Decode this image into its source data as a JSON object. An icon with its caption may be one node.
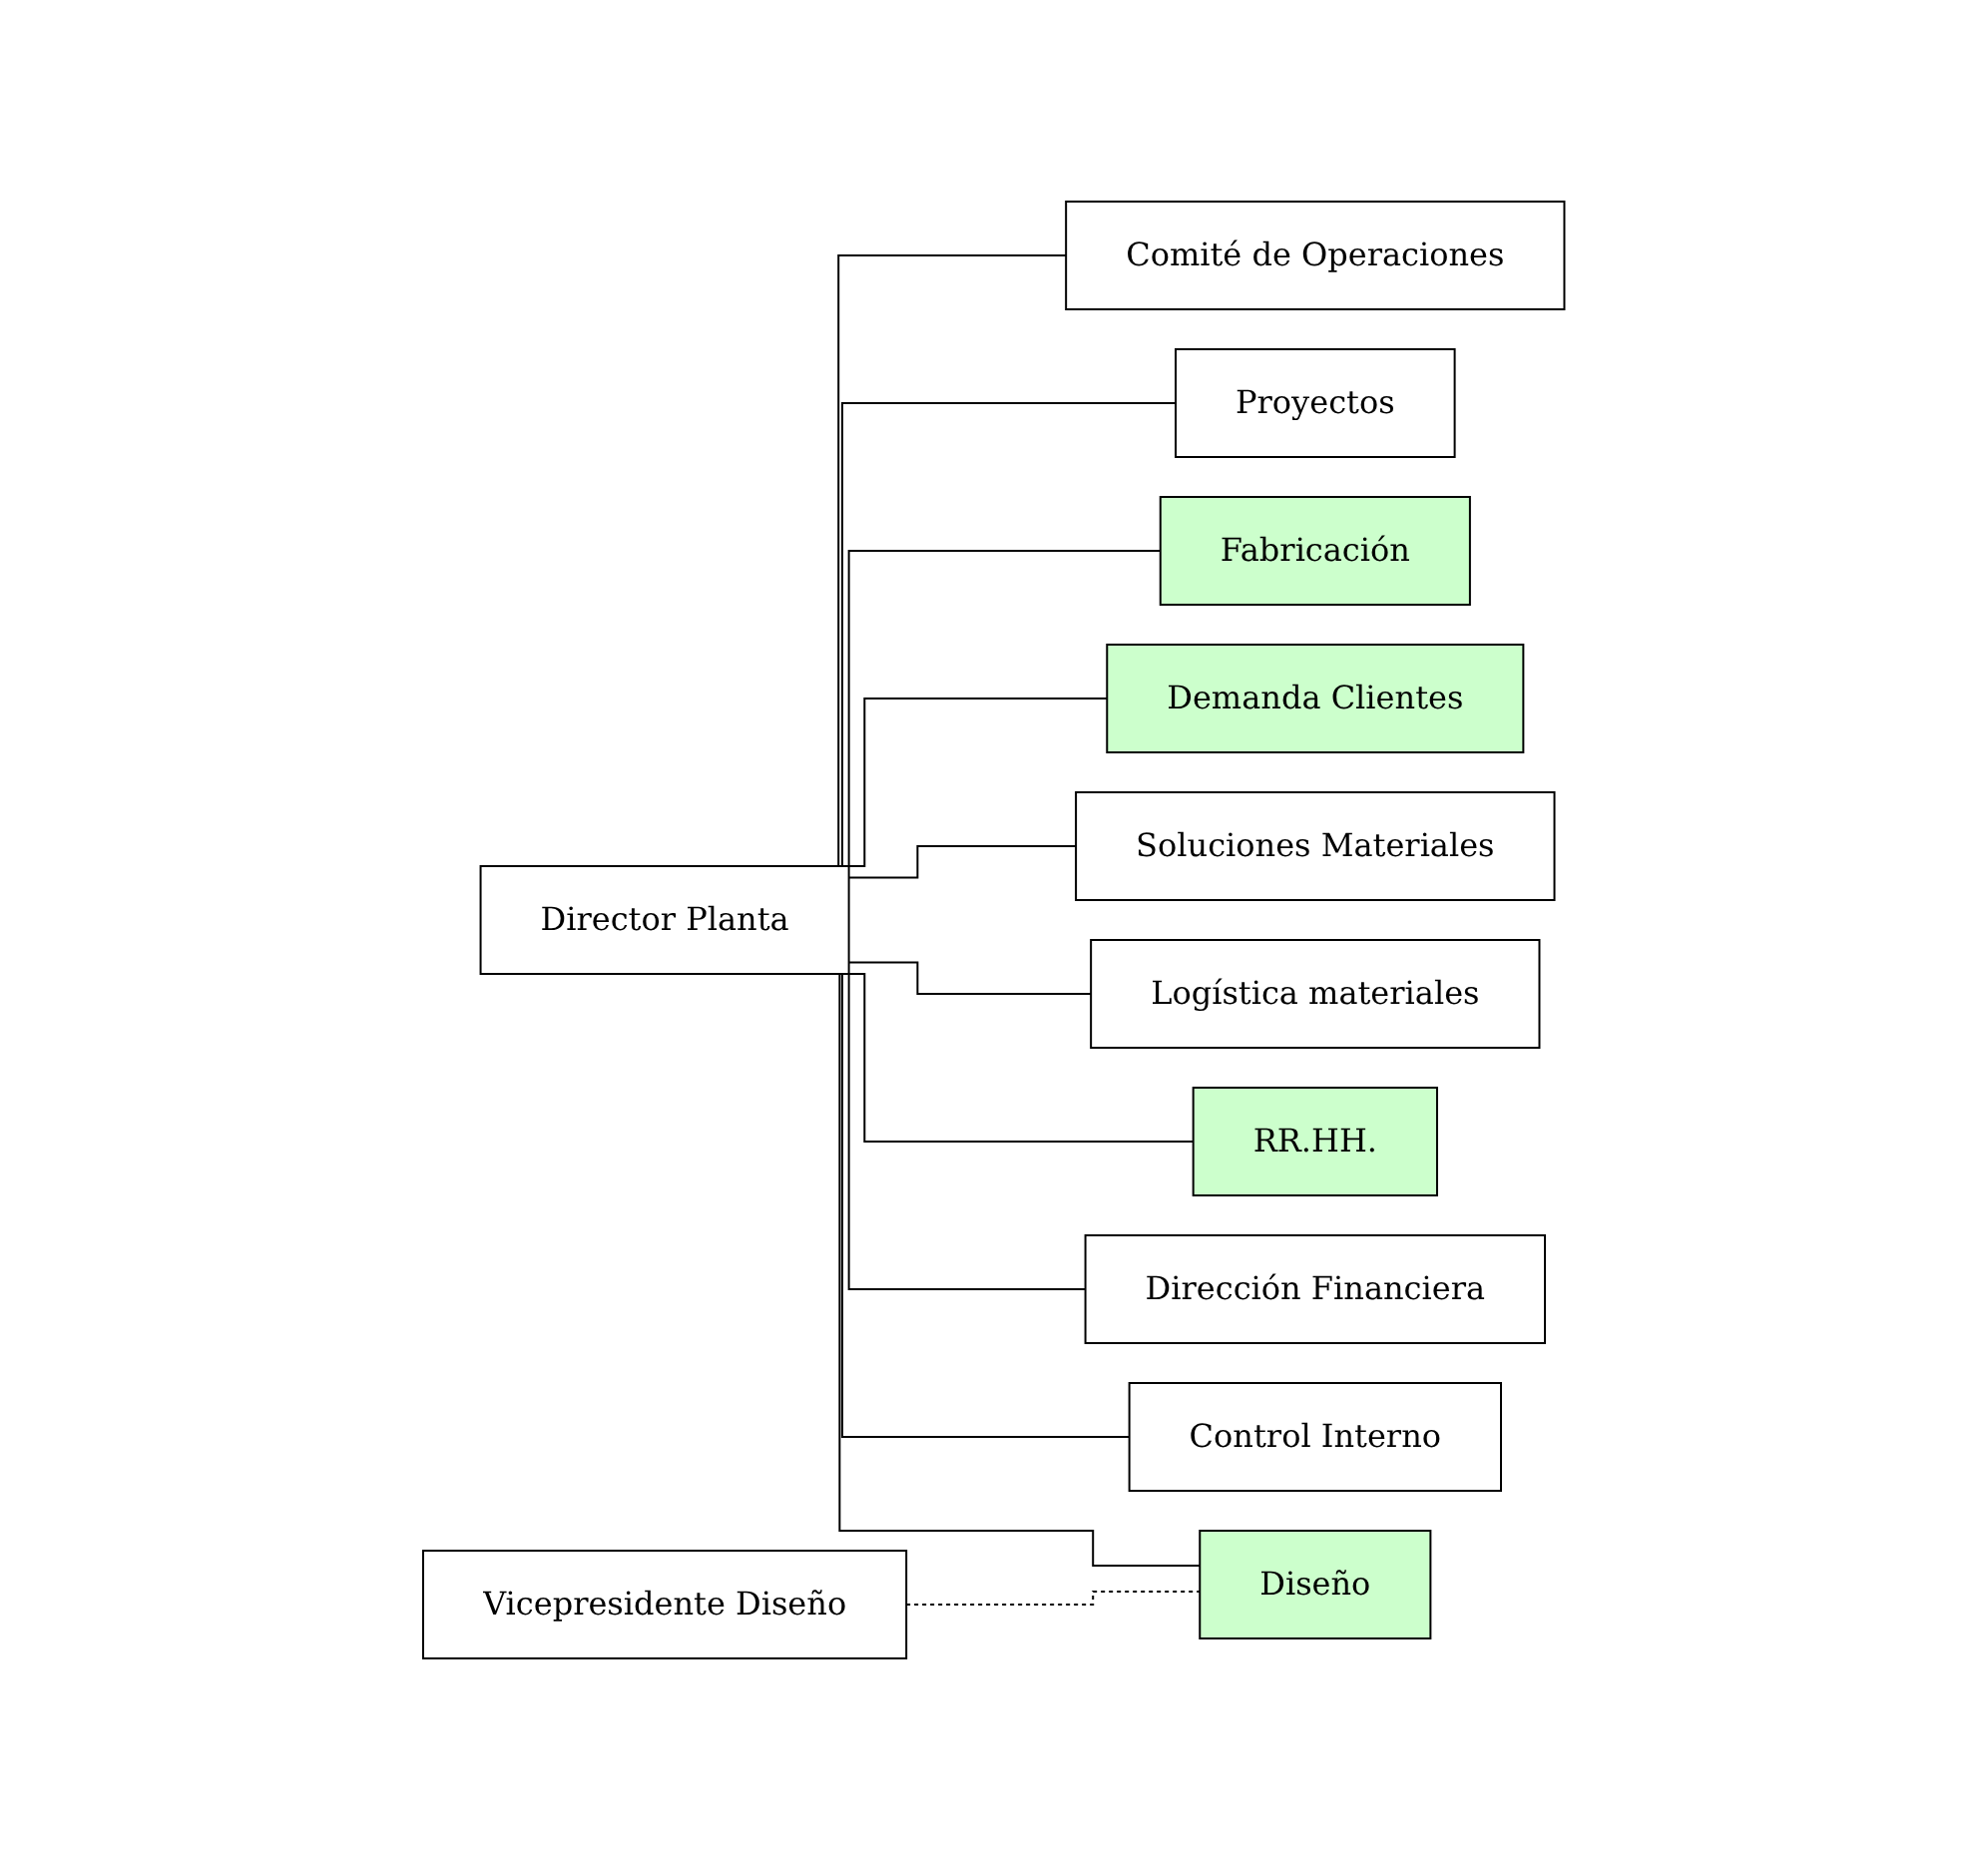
{
  "diagram": {
    "nodes": [
      {
        "text": [
          "Director Planta"
        ]
      },
      {
        "text": [
          "Comité de Operaciones"
        ]
      },
      {
        "text": [
          "Proyectos"
        ]
      },
      {
        "text": [
          "Fabricación"
        ]
      },
      {
        "text": [
          "Demanda Clientes"
        ]
      },
      {
        "text": [
          "Soluciones Materiales"
        ]
      },
      {
        "text": [
          "Logística materiales"
        ]
      },
      {
        "text": [
          "RR.HH."
        ]
      },
      {
        "text": [
          "Dirección Financiera"
        ]
      },
      {
        "text": [
          "Control Interno"
        ]
      },
      {
        "text": [
          "Diseño"
        ]
      },
      {
        "text": [
          "Vicepresidente Diseño"
        ]
      }
    ],
    "edges": [
      {
        "from": 0,
        "to": 1,
        "arrow": "none"
      },
      {
        "from": 0,
        "to": 2,
        "arrow": "none"
      },
      {
        "from": 0,
        "to": 3,
        "arrow": "none"
      },
      {
        "from": 0,
        "to": 4,
        "arrow": "none"
      },
      {
        "from": 0,
        "to": 5,
        "arrow": "none"
      },
      {
        "from": 0,
        "to": 6,
        "arrow": "none"
      },
      {
        "from": 0,
        "to": 7,
        "arrow": "none"
      },
      {
        "from": 0,
        "to": 8,
        "arrow": "none"
      },
      {
        "from": 0,
        "to": 9,
        "arrow": "none"
      },
      {
        "from": 0,
        "to": 10,
        "arrow": "none"
      },
      {
        "from": 11,
        "to": 10,
        "arrow": "none",
        "style": "dashed"
      }
    ]
  }
}
